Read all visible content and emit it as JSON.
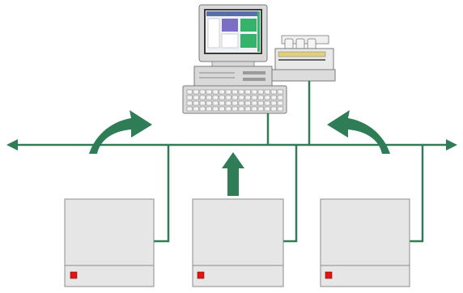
{
  "colors": {
    "bus": "#2e7d57",
    "arrow": "#2e7d57",
    "box_fill": "#e6e6e6",
    "box_stroke": "#8c8c8c",
    "indicator": "#e0160f",
    "workstation_body": "#d9d9d9",
    "screen_bg": "#eef2f7",
    "screen_accent": "#35b36b",
    "screen_accent_2": "#7a6fc1"
  },
  "diagram": {
    "nodes": [
      {
        "id": "workstation",
        "kind": "computer-with-keyboard",
        "icon": "desktop-computer-icon"
      },
      {
        "id": "printer",
        "kind": "printer",
        "icon": "printer-icon"
      },
      {
        "id": "unit-left",
        "kind": "device-box",
        "indicator": "red"
      },
      {
        "id": "unit-center",
        "kind": "device-box",
        "indicator": "red"
      },
      {
        "id": "unit-right",
        "kind": "device-box",
        "indicator": "red"
      }
    ],
    "arrows": [
      {
        "id": "curved-arrow-left",
        "shape": "curved",
        "direction": "up-right"
      },
      {
        "id": "straight-arrow-center",
        "shape": "straight",
        "direction": "up"
      },
      {
        "id": "curved-arrow-right",
        "shape": "curved",
        "direction": "up-left"
      }
    ],
    "bus": {
      "arrowheads": [
        "left",
        "right"
      ]
    }
  }
}
